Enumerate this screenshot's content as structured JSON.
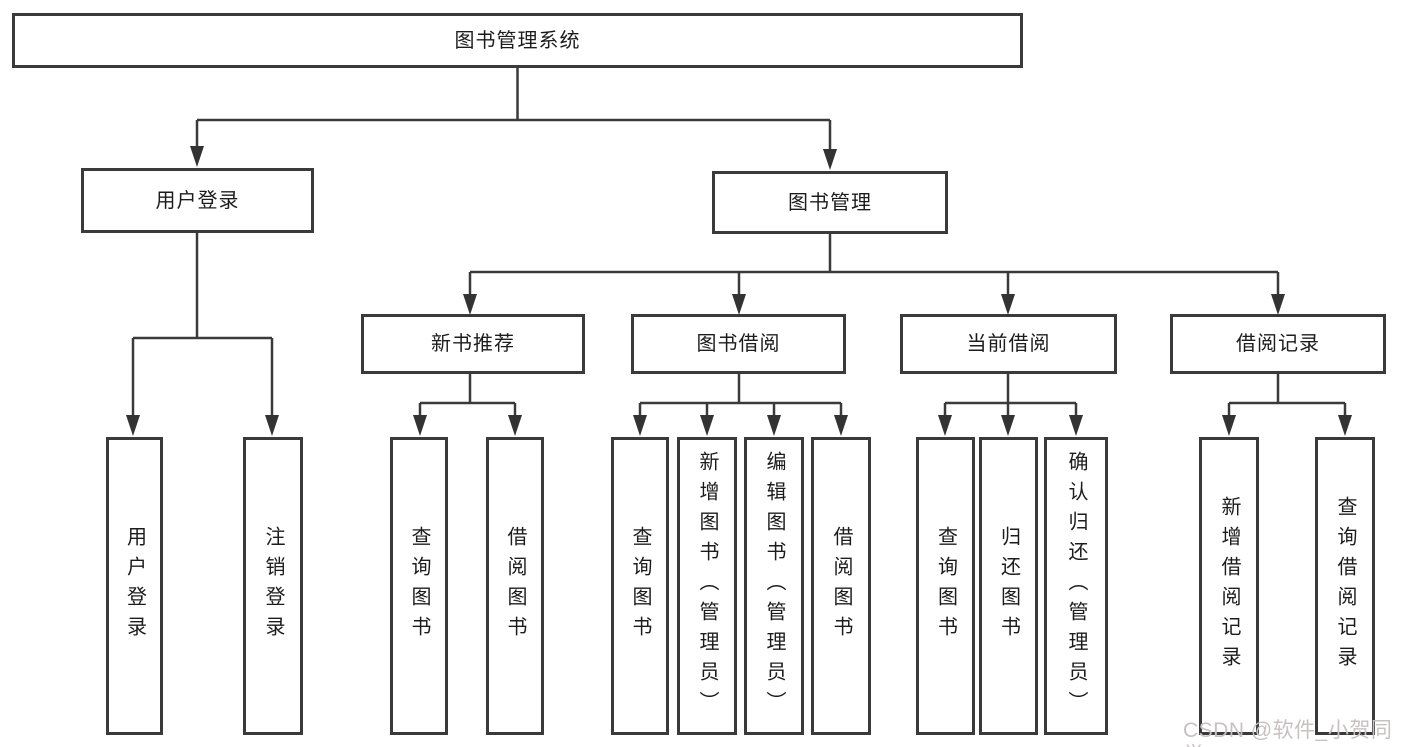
{
  "root": {
    "label": "图书管理系统"
  },
  "level1": [
    {
      "label": "用户登录"
    },
    {
      "label": "图书管理"
    }
  ],
  "level2": [
    {
      "label": "新书推荐"
    },
    {
      "label": "图书借阅"
    },
    {
      "label": "当前借阅"
    },
    {
      "label": "借阅记录"
    }
  ],
  "leaves": [
    {
      "label": "用户登录"
    },
    {
      "label": "注销登录"
    },
    {
      "label": "查询图书"
    },
    {
      "label": "借阅图书"
    },
    {
      "label": "查询图书"
    },
    {
      "label": "新增图书（管理员）"
    },
    {
      "label": "编辑图书（管理员）"
    },
    {
      "label": "借阅图书"
    },
    {
      "label": "查询图书"
    },
    {
      "label": "归还图书"
    },
    {
      "label": "确认归还（管理员）"
    },
    {
      "label": "新增借阅记录"
    },
    {
      "label": "查询借阅记录"
    }
  ],
  "watermark": {
    "text": "CSDN @软件_小贺同学",
    "color": "#c8c1c2"
  },
  "colors": {
    "line": "#3a3a3a",
    "arrow": "#333333",
    "node_border": "#3a3a3a",
    "node_text": "#1c1c1c",
    "background": "#ffffff"
  }
}
